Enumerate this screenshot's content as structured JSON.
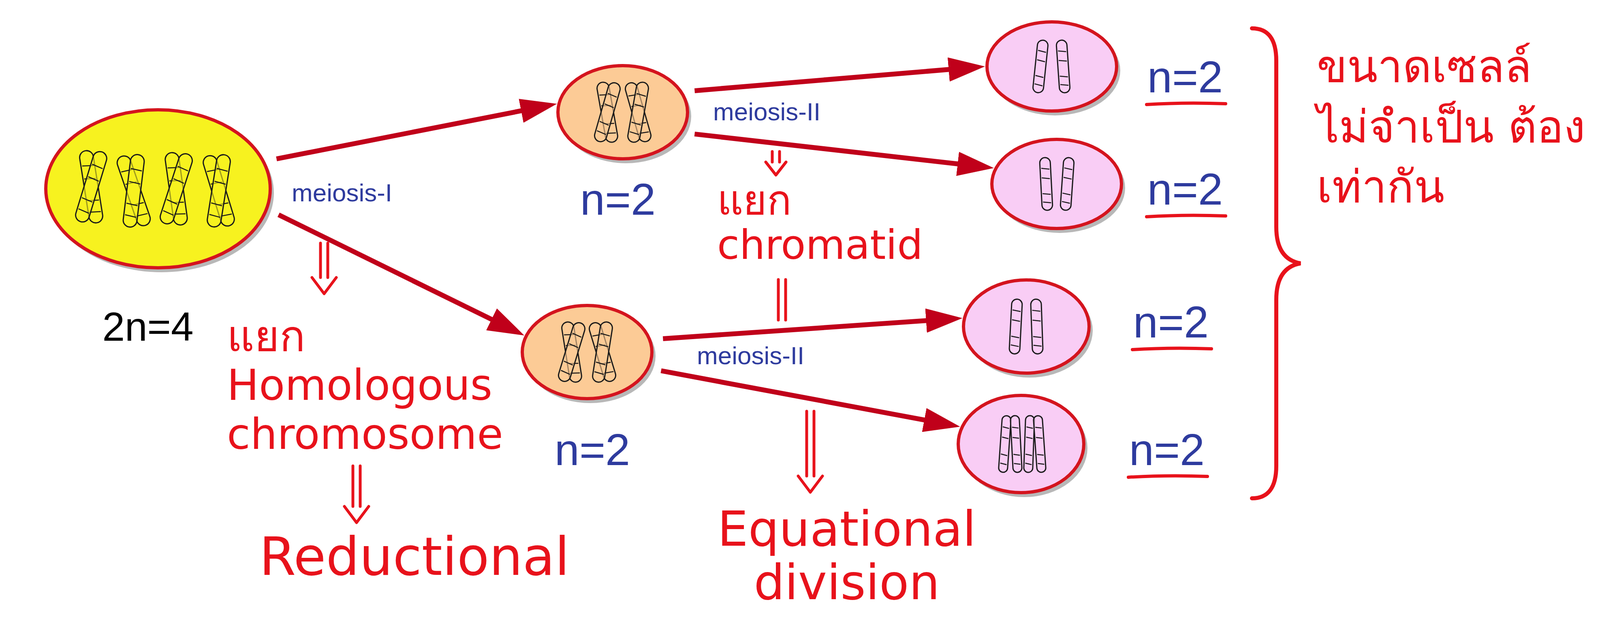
{
  "diagram": {
    "nodes": [
      {
        "text": [
          "2n=4"
        ]
      },
      {
        "text": [
          "n=2"
        ]
      },
      {
        "text": [
          "n=2"
        ]
      },
      {
        "text": [
          "n=2"
        ]
      },
      {
        "text": [
          "n=2"
        ]
      },
      {
        "text": [
          "n=2"
        ]
      },
      {
        "text": [
          "n=2"
        ]
      }
    ],
    "edges": [
      {
        "from": 0,
        "to": 1,
        "arrow": "to"
      },
      {
        "from": 0,
        "to": 2,
        "arrow": "to"
      },
      {
        "from": 1,
        "to": 3,
        "arrow": "to"
      },
      {
        "from": 1,
        "to": 4,
        "arrow": "to"
      },
      {
        "from": 2,
        "to": 5,
        "arrow": "to"
      },
      {
        "from": 2,
        "to": 6,
        "arrow": "to"
      }
    ],
    "labels": [
      "meiosis-I",
      "meiosis-II",
      "meiosis-II",
      "แยก Homologous chromosome",
      "Reductional",
      "แยก chromatid",
      "Equational division",
      "ขนาดเซลล์ ไม่จำเป็น ต้องเท่ากัน"
    ]
  }
}
